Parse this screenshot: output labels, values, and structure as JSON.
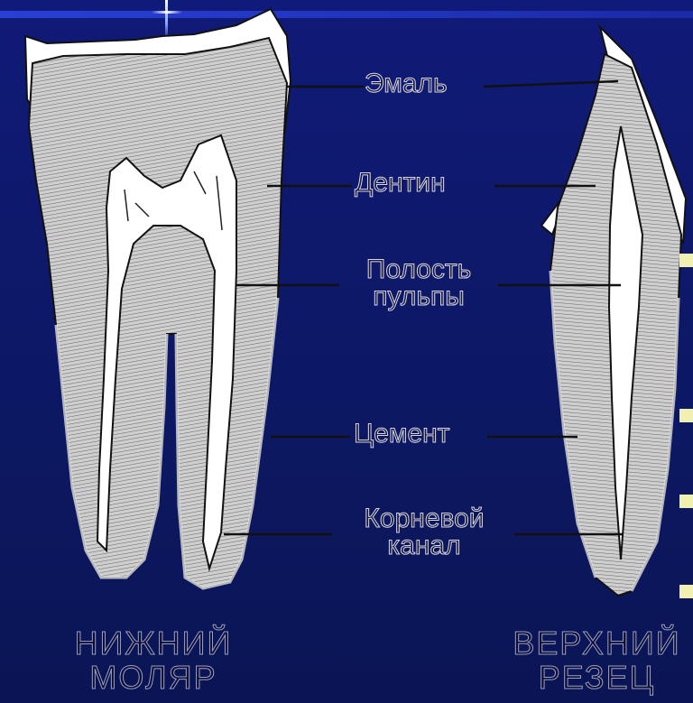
{
  "labels": {
    "enamel": "Эмаль",
    "dentin": "Дентин",
    "pulp_line1": "Полость",
    "pulp_line2": "пульпы",
    "cement": "Цемент",
    "canal_line1": "Корневой",
    "canal_line2": "канал"
  },
  "captions": {
    "molar_line1": "НИЖНИЙ",
    "molar_line2": "МОЛЯР",
    "incisor_line1": "ВЕРХНИЙ",
    "incisor_line2": "РЕЗЕЦ"
  },
  "colors": {
    "background": "#0c1862",
    "tooth_fill": "#d0d0d0",
    "tooth_dark": "#888888",
    "enamel": "#ffffff",
    "pulp": "#ffffff",
    "bullet": "#f0f0b0"
  }
}
